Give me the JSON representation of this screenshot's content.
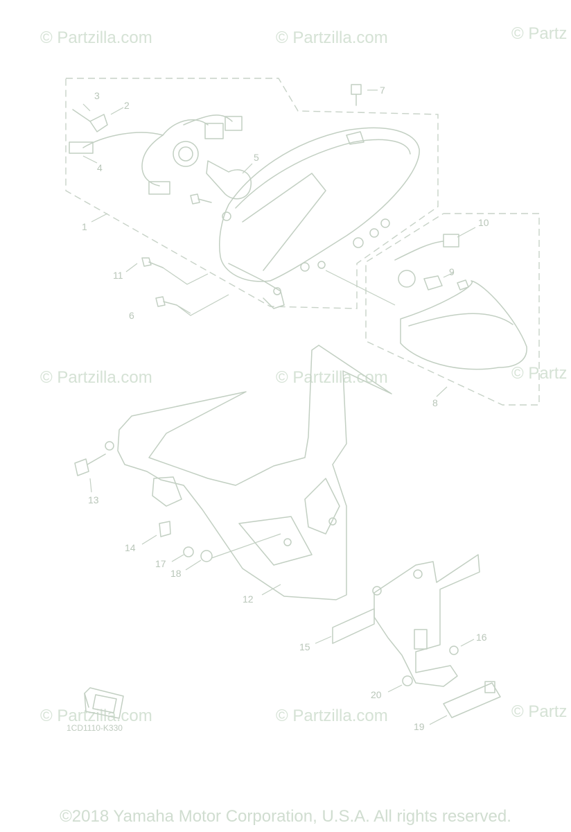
{
  "watermark": "© Partzilla.com",
  "watermark_partial": "© Partz",
  "diagram_code": "1CD1110-K330",
  "copyright": "©2018 Yamaha Motor Corporation, U.S.A. All rights reserved.",
  "callouts": [
    "1",
    "2",
    "3",
    "4",
    "5",
    "6",
    "7",
    "8",
    "9",
    "10",
    "11",
    "12",
    "13",
    "14",
    "15",
    "16",
    "17",
    "18",
    "19",
    "20"
  ]
}
